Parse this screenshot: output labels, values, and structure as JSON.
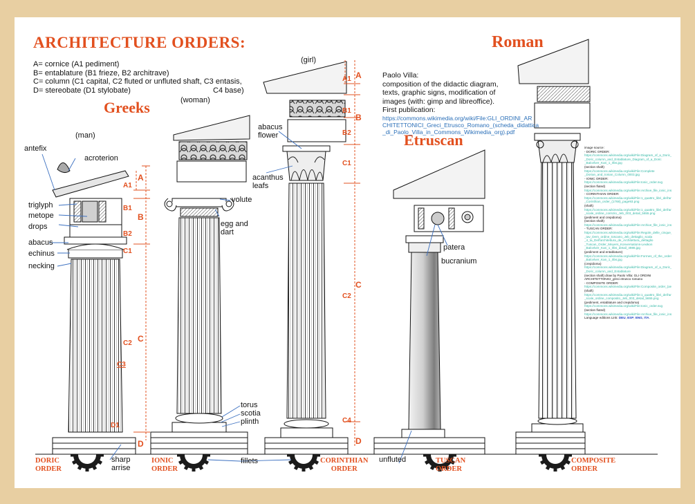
{
  "title": "ARCHITECTURE ORDERS:",
  "legend": [
    "A= cornice (A1 pediment)",
    "B= entablature (B1 frieze, B2 architrave)",
    "C= column (C1 capital, C2 fluted or unfluted shaft, C3 entasis,",
    "D= stereobate (D1 stylobate)",
    "C4 base)"
  ],
  "headings": {
    "greeks": "Greeks",
    "etruscan": "Etruscan",
    "roman": "Roman"
  },
  "figures": {
    "man": "(man)",
    "woman": "(woman)",
    "girl": "(girl)"
  },
  "labels": {
    "antefix": "antefix",
    "acroterion": "acroterion",
    "triglyph": "triglyph",
    "metope": "metope",
    "drops": "drops",
    "abacus": "abacus",
    "echinus": "echinus",
    "necking": "necking",
    "sharp_arrise": [
      "sharp",
      "arrise"
    ],
    "volute": "volute",
    "egg_and_dart": [
      "egg and",
      "dart"
    ],
    "fillets": "fillets",
    "torus": "torus",
    "scotia": "scotia",
    "plinth": "plinth",
    "abacus_flower": [
      "abacus",
      "flower"
    ],
    "acanthus_leafs": [
      "acanthus",
      "leafs"
    ],
    "unfluted": "unfluted",
    "patera": "patera",
    "bucranium": "bucranium"
  },
  "codes": {
    "doric": [
      "A",
      "A1",
      "B",
      "B1",
      "B2",
      "C1",
      "C",
      "C2",
      "C3",
      "D1",
      "D"
    ],
    "corinthian": [
      "A",
      "A1",
      "B",
      "B1",
      "B2",
      "C1",
      "C",
      "C2",
      "C4",
      "D"
    ]
  },
  "orders": {
    "doric": [
      "DORIC",
      "ORDER"
    ],
    "ionic": [
      "IONIC",
      "ORDER"
    ],
    "corinthian": [
      "CORINTHIAN",
      "ORDER"
    ],
    "tuscan": [
      "TUSCAN",
      "ORDER"
    ],
    "composite": [
      "COMPOSITE",
      "ORDER"
    ]
  },
  "credit": {
    "lines": [
      "Paolo Villa:",
      "composition of the didactic diagram,",
      "texts, graphic signs, modification of",
      "images (with: gimp and libreoffice).",
      "First publication:"
    ],
    "link": [
      "https://commons.wikimedia.org/wiki/File:GLI_ORDINI_AR",
      "CHITETTONICI_Greci_Etrusco_Romano_(scheda_didattica",
      "_di_Paolo_Villa_in_Commons_Wikimedia_org).pdf"
    ]
  },
  "sources": {
    "header": "image source:",
    "items": [
      {
        "t": "- DORIC ORDER:",
        "u": false
      },
      {
        "t": "https://commons.wikimedia.org/wiki/File:Diagram_of_a_Doric_column_and_Entablature_Diagram_of_a",
        "u": true
      },
      {
        "t": "_Doric_column_and_Entablature_Diagram_of_a_Doric",
        "u": true
      },
      {
        "t": "_Balcelver_Kan_1_0bs.jpg",
        "u": true
      },
      {
        "t": "(section shaft)",
        "u": false
      },
      {
        "t": "https://commons.wikimedia.org/wiki/File:Complete",
        "u": true
      },
      {
        "t": "_Dorian_and_Ionian_Column_0003.jpg",
        "u": true
      },
      {
        "t": "- IONIC ORDER:",
        "u": false
      },
      {
        "t": "https://commons.wikimedia.org/wiki/File:Ionic_order.svg",
        "u": true
      },
      {
        "t": "(section fluted)",
        "u": false
      },
      {
        "t": "https://commons.wikimedia.org/wiki/File:Archive_file_ionic_ins_the_world_works_(1902)_(14577827765).jpg",
        "u": true
      },
      {
        "t": "- CORINTHIAN ORDER:",
        "u": false
      },
      {
        "t": "https://commons.wikimedia.org/wiki/File:1_quattro_libri_dell'architettura_di_Andrea_Palladio",
        "u": true
      },
      {
        "t": "_Corinthian_order_(1768)_page93.png",
        "u": true
      },
      {
        "t": "(shaft)",
        "u": false
      },
      {
        "t": "https://commons.wikimedia.org/wiki/File:1_quattro_libri_dell'architettura_di_Andrea_Palladio_detail",
        "u": true
      },
      {
        "t": "_scale_ordine_corinzio_Jeb_003_detail_5655.png",
        "u": true
      },
      {
        "t": "(pediment and crepidoma)",
        "u": false
      },
      {
        "t": "(section shaft)",
        "u": false
      },
      {
        "t": "https://commons.wikimedia.org/wiki/File:Archive_file_ionic_ins_the_world_works_(1902)_(14577827765).jpg",
        "u": true
      },
      {
        "t": "- TUSCAN ORDER:",
        "u": false
      },
      {
        "t": "https://commons.wikimedia.org/wiki/File:Regole_delle_cinque_ordini_d'architettura_di_Vignola",
        "u": true
      },
      {
        "t": "_tav_Dem_ordine_toscano_Jeb_dettaglio_scala",
        "u": true
      },
      {
        "t": "_4_ta_Dell'architettura_de_Architettura_dettaglio",
        "u": true
      },
      {
        "t": "_Tuscan_Order_Meyers_Konversations-Lexikon",
        "u": true
      },
      {
        "t": "_Balcelver_Kan_1_0bs_detail_4986.jpg",
        "u": true
      },
      {
        "t": "(pediment and entablature)",
        "u": false
      },
      {
        "t": "https://commons.wikimedia.org/wiki/File:Formes_of_the_orders_architecture_1856_Tuscan_order",
        "u": true
      },
      {
        "t": "_Balcelver_Kan_1_0bs.jpg",
        "u": true
      },
      {
        "t": "(crepidoma)",
        "u": false
      },
      {
        "t": "https://commons.wikimedia.org/wiki/File:Diagram_of_a_Doric_column_and_Entablature_Diagram_of_a",
        "u": true
      },
      {
        "t": "_Doric_column_and_Entablature",
        "u": true
      },
      {
        "t": "(section shaft) draw by Paolo Villa: GLI ORDINI",
        "u": false
      },
      {
        "t": "ARCHITETTONICI_greci etrusco romano",
        "u": false
      },
      {
        "t": "- COMPOSITE ORDER:",
        "u": false
      },
      {
        "t": "https://commons.wikimedia.org/wiki/File:Composite_order_(architecture).jpg",
        "u": true
      },
      {
        "t": "(shaft)",
        "u": false
      },
      {
        "t": "https://commons.wikimedia.org/wiki/File:1_quattro_libri_dell'architettura_di_Andrea_Palladio_composite",
        "u": true
      },
      {
        "t": "_scale_ordine_composito_Jeb_003_detail_5655.png",
        "u": true
      },
      {
        "t": "(pediment, entablature and crepidoma)",
        "u": false
      },
      {
        "t": "https://commons.wikimedia.org/wiki/File:Ionic_order.svg",
        "u": true
      },
      {
        "t": "(section fluted)",
        "u": false
      },
      {
        "t": "https://commons.wikimedia.org/wiki/File:Archive_file_ionic_ins_the_world_works_(1902).jpg",
        "u": true
      }
    ],
    "lang_prefix": "Language editions Link:",
    "langs": [
      "DEU",
      "ESP",
      "ENG",
      "ITA"
    ]
  },
  "colors": {
    "accent": "#e2501f",
    "frame": "#e8cfa2",
    "link": "#2a6fb8",
    "source_link": "#33b8a6",
    "lang": "#1b3fc2"
  }
}
